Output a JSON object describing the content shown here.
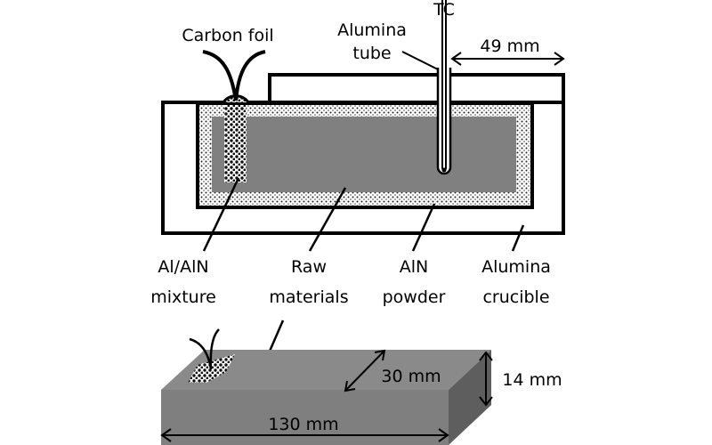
{
  "figure": {
    "labels": {
      "tc": "TC",
      "alumina_tube": [
        "Alumina",
        "tube"
      ],
      "carbon_foil": "Carbon foil",
      "dim_49": "49 mm",
      "al_aln": [
        "Al/AlN",
        "mixture"
      ],
      "raw": [
        "Raw",
        "materials"
      ],
      "aln": [
        "AlN",
        "powder"
      ],
      "crucible": [
        "Alumina",
        "crucible"
      ],
      "dim_30": "30 mm",
      "dim_14": "14 mm",
      "dim_130": "130 mm"
    },
    "colors": {
      "raw_material": "#808080",
      "block_top": "#8a8a8a",
      "block_front": "#7f7f7f",
      "block_side": "#5e5e5e",
      "outline": "#000000",
      "powder_bg": "#ffffff"
    }
  }
}
